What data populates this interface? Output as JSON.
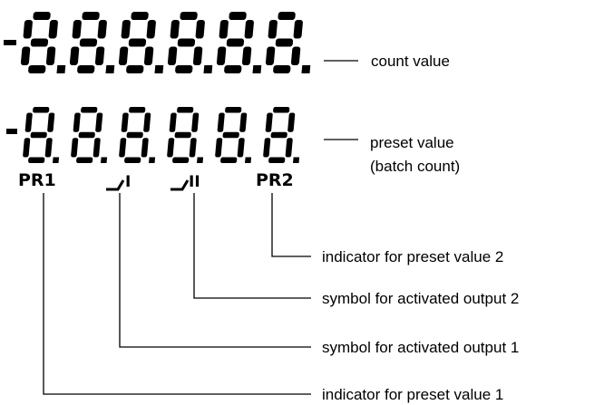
{
  "display": {
    "count_row": {
      "sign": "-",
      "digits": 6
    },
    "preset_row": {
      "sign": "-",
      "digits": 6
    },
    "indicators": {
      "pr1": "PR1",
      "output1_roman": "I",
      "output2_roman": "II",
      "pr2": "PR2"
    }
  },
  "labels": {
    "count_value": "count value",
    "preset_value_line1": "preset value",
    "preset_value_line2": "(batch count)",
    "indicator_preset_2": "indicator for preset value 2",
    "symbol_output_2": "symbol for activated output 2",
    "symbol_output_1": "symbol for activated output 1",
    "indicator_preset_1": "indicator for preset value 1"
  }
}
